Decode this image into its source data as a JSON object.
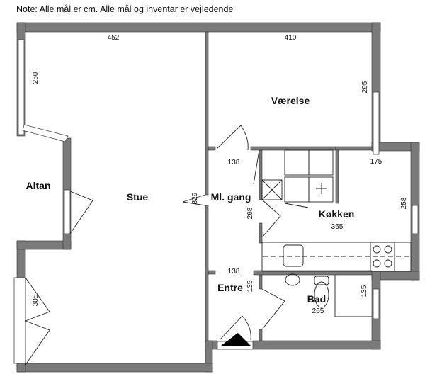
{
  "note": "Note: Alle mål er cm. Alle mål og inventar er vejledende",
  "rooms": {
    "stue": "Stue",
    "vaerelse": "Værelse",
    "altan": "Altan",
    "ml_gang": "Ml. gang",
    "koekken": "Køkken",
    "entre": "Entre",
    "bad": "Bad"
  },
  "dimensions": {
    "stue_width": "452",
    "stue_window_top": "250",
    "stue_window_bottom": "305",
    "stue_depth": "829",
    "vaerelse_width": "410",
    "vaerelse_depth": "295",
    "ml_gang_width": "138",
    "ml_gang_depth": "268",
    "koekken_top": "175",
    "koekken_depth": "258",
    "koekken_width": "365",
    "entre_width": "138",
    "entre_depth": "135",
    "bad_width": "265",
    "bad_depth": "135"
  }
}
